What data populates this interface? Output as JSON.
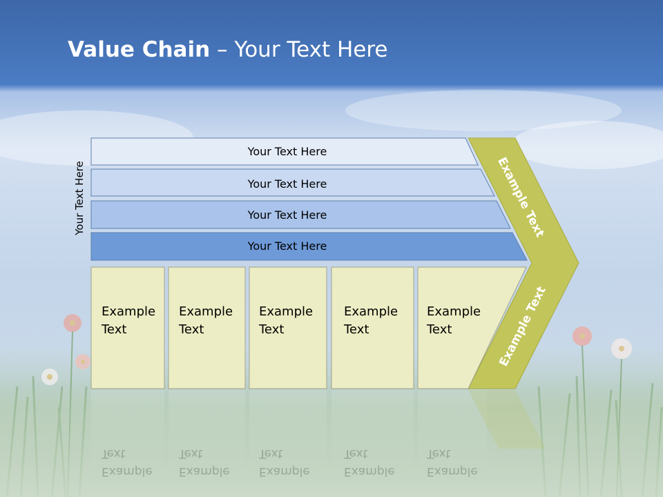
{
  "slide": {
    "title_bold": "Value Chain",
    "title_rest": " – Your Text Here",
    "side_label": "Your Text Here"
  },
  "support_bars": [
    {
      "label": "Your Text Here"
    },
    {
      "label": "Your Text Here"
    },
    {
      "label": "Your Text Here"
    },
    {
      "label": "Your Text Here"
    }
  ],
  "primary_boxes": [
    {
      "line1": "Example",
      "line2": "Text"
    },
    {
      "line1": "Example",
      "line2": "Text"
    },
    {
      "line1": "Example",
      "line2": "Text"
    },
    {
      "line1": "Example",
      "line2": "Text"
    },
    {
      "line1": "Example",
      "line2": "Text"
    }
  ],
  "margin_arrow": {
    "upper_label": "Example Text",
    "lower_label": "Example Text"
  },
  "colors": {
    "bar1": "#e4ecf8",
    "bar2": "#c9d9f1",
    "bar3": "#a9c3ea",
    "bar4": "#6e9ad8",
    "box": "#ecedc4",
    "arrow": "#c2c55a"
  }
}
